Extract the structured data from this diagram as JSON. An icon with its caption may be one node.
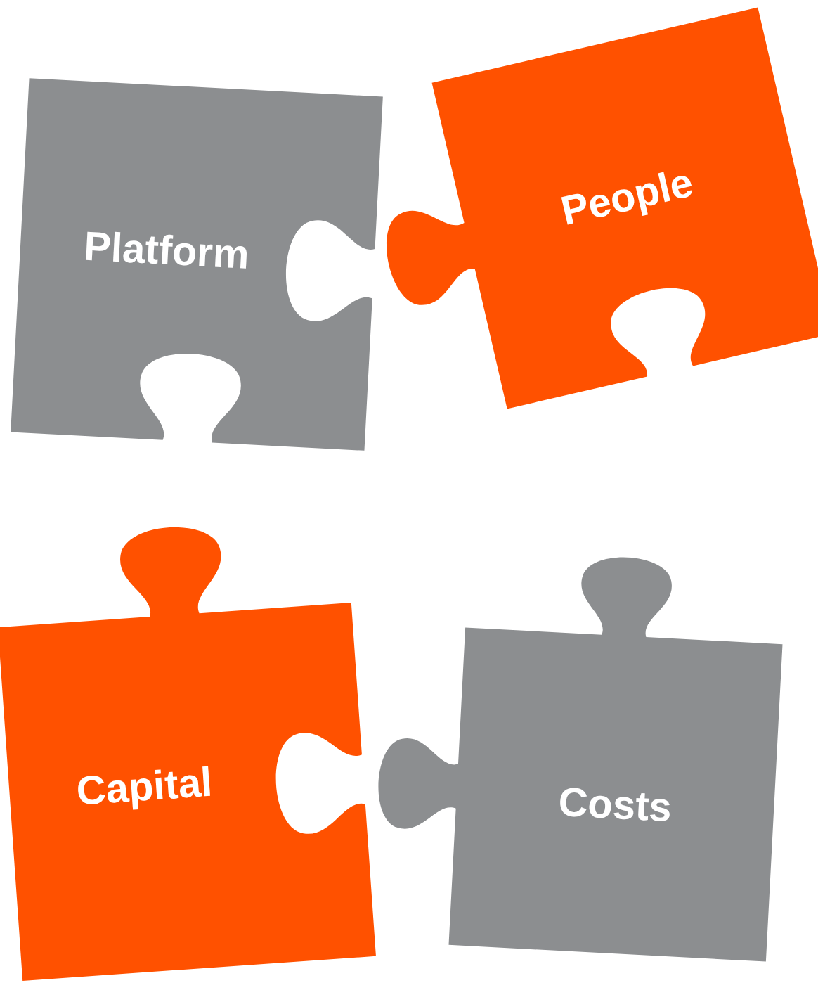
{
  "diagram": {
    "nodes": [
      {
        "text": [
          "Platform"
        ]
      },
      {
        "text": [
          "People"
        ]
      },
      {
        "text": [
          "Capital"
        ]
      },
      {
        "text": [
          "Costs"
        ]
      }
    ]
  }
}
